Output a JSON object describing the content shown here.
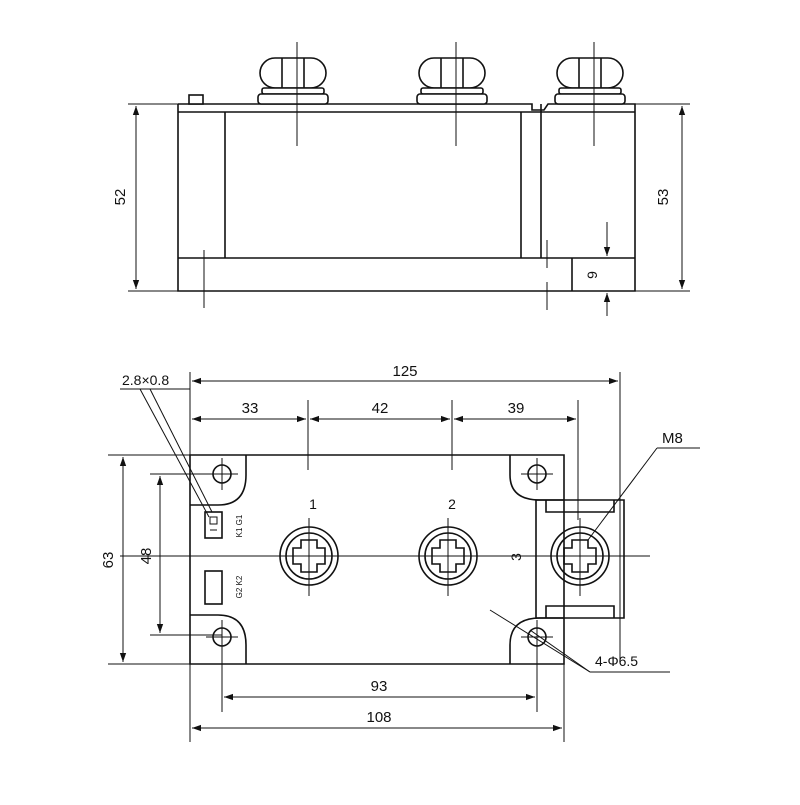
{
  "side_view": {
    "dim_height_left": "52",
    "dim_height_right": "53",
    "dim_small": "9"
  },
  "top_view": {
    "dim_overall_width": "125",
    "dim_segment_1": "33",
    "dim_segment_2": "42",
    "dim_segment_3": "39",
    "dim_hole_span": "93",
    "dim_base_width": "108",
    "dim_height_outer": "63",
    "dim_height_inner": "48",
    "terminal_labels": [
      "1",
      "2",
      "3"
    ],
    "gate_pins_upper": "K1 G1",
    "gate_pins_lower": "G2 K2",
    "label_pin_size": "2.8×0.8",
    "label_thread": "M8",
    "label_holes": "4-Φ6.5"
  }
}
